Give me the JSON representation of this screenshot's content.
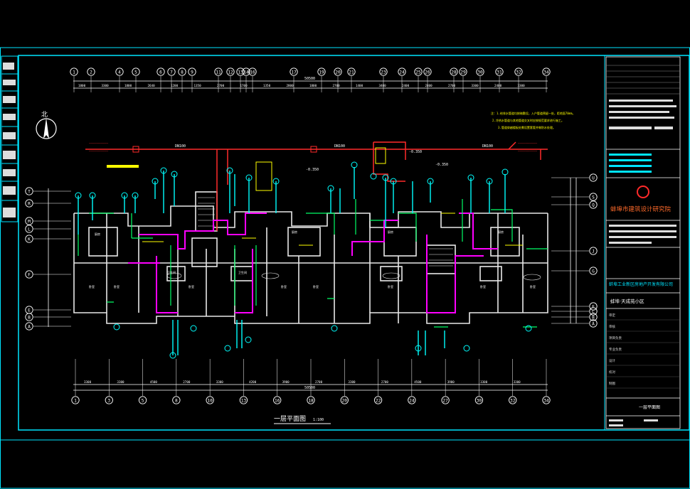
{
  "drawing": {
    "north_label": "北",
    "title": "一层平面图",
    "scale": "1:100",
    "overall_dim_top": "50500",
    "overall_dim_bottom": "50500",
    "notes": [
      "注：1.给排水管道均按暗敷设，入户管道预留一处，距地面70mm。",
      "2.冷热水管道与其他管道交叉时应按规范要求进行施工。",
      "3.管道穿越楼板处需设置套管并做防水处理。"
    ]
  },
  "axes": {
    "top": [
      "1",
      "2",
      "4",
      "5",
      "6",
      "7",
      "8",
      "9",
      "11",
      "12",
      "13",
      "14",
      "16",
      "17",
      "19",
      "20",
      "21",
      "23",
      "24",
      "25",
      "26",
      "28",
      "29",
      "30",
      "31",
      "32",
      "34"
    ],
    "bottom": [
      "1",
      "3",
      "5",
      "8",
      "10",
      "13",
      "16",
      "18",
      "20",
      "22",
      "24",
      "27",
      "30",
      "32",
      "34"
    ],
    "left_rows": [
      "T",
      "R",
      "M",
      "L",
      "K",
      "F",
      "E",
      "B",
      "A"
    ],
    "right_rows": [
      "U",
      "S",
      "Q",
      "J",
      "G",
      "F",
      "C",
      "B",
      "A"
    ]
  },
  "dims": {
    "top": [
      "1800",
      "3300",
      "1800",
      "2640",
      "1200",
      "1350",
      "2700",
      "1700",
      "1350",
      "2800",
      "1800",
      "2700",
      "1400",
      "3400",
      "2400",
      "2400",
      "2700",
      "3300",
      "2400",
      "3300"
    ],
    "bottom": [
      "3300",
      "3300",
      "4500",
      "2700",
      "3300",
      "4200",
      "3900",
      "2700",
      "3300",
      "2700",
      "4500",
      "3900",
      "3300",
      "3300"
    ]
  },
  "pipes": {
    "main_label_a": "DN100",
    "main_label_b": "DN100",
    "main_label_c": "DN100",
    "elev_a": "-0.350",
    "elev_b": "-0.350",
    "elev_c": "-0.350"
  },
  "title_block": {
    "company": "蚌埠市建筑设计研究院",
    "company_en": "",
    "client": "蚌埠工业新区房地产开发有限公司",
    "project": "蚌埠·天成苑小区",
    "drawing_name": "一层平面图",
    "rows": [
      "审定",
      "审核",
      "项目负责",
      "专业负责",
      "设计",
      "校对",
      "制图"
    ]
  },
  "colors": {
    "frame": "#00e5ff",
    "water_pipe": "#ff2a2a",
    "drain_pipe": "#ff00ff",
    "cold_pipe": "#00ff66",
    "hot_pipe": "#ffff00",
    "riser": "#00ffff",
    "logo": "#ff2a2a",
    "company": "#ff6a2a"
  }
}
